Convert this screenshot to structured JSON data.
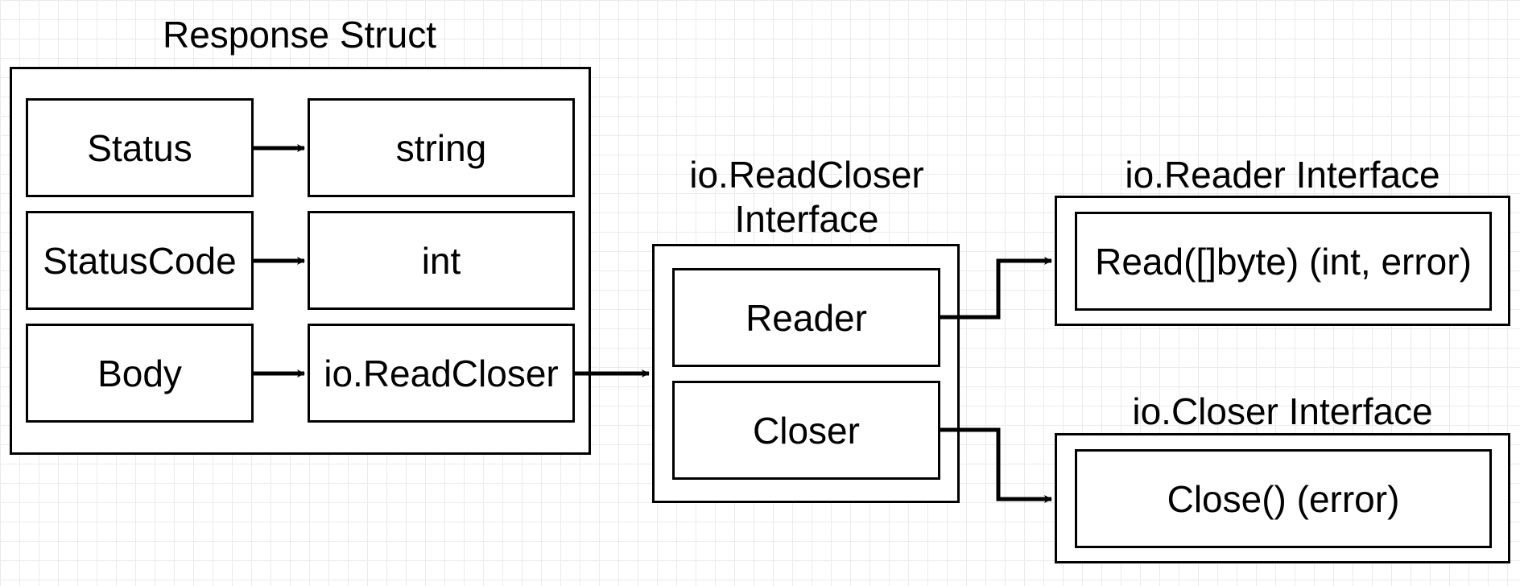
{
  "response_struct": {
    "title": "Response Struct",
    "fields": [
      {
        "name": "Status",
        "type": "string"
      },
      {
        "name": "StatusCode",
        "type": "int"
      },
      {
        "name": "Body",
        "type": "io.ReadCloser"
      }
    ]
  },
  "readcloser": {
    "title_line1": "io.ReadCloser",
    "title_line2": "Interface",
    "members": [
      "Reader",
      "Closer"
    ]
  },
  "reader_interface": {
    "title": "io.Reader Interface",
    "method": "Read([]byte) (int, error)"
  },
  "closer_interface": {
    "title": "io.Closer Interface",
    "method": "Close() (error)"
  },
  "colors": {
    "stroke": "#000000",
    "background": "#ffffff",
    "grid": "#ebebeb"
  }
}
